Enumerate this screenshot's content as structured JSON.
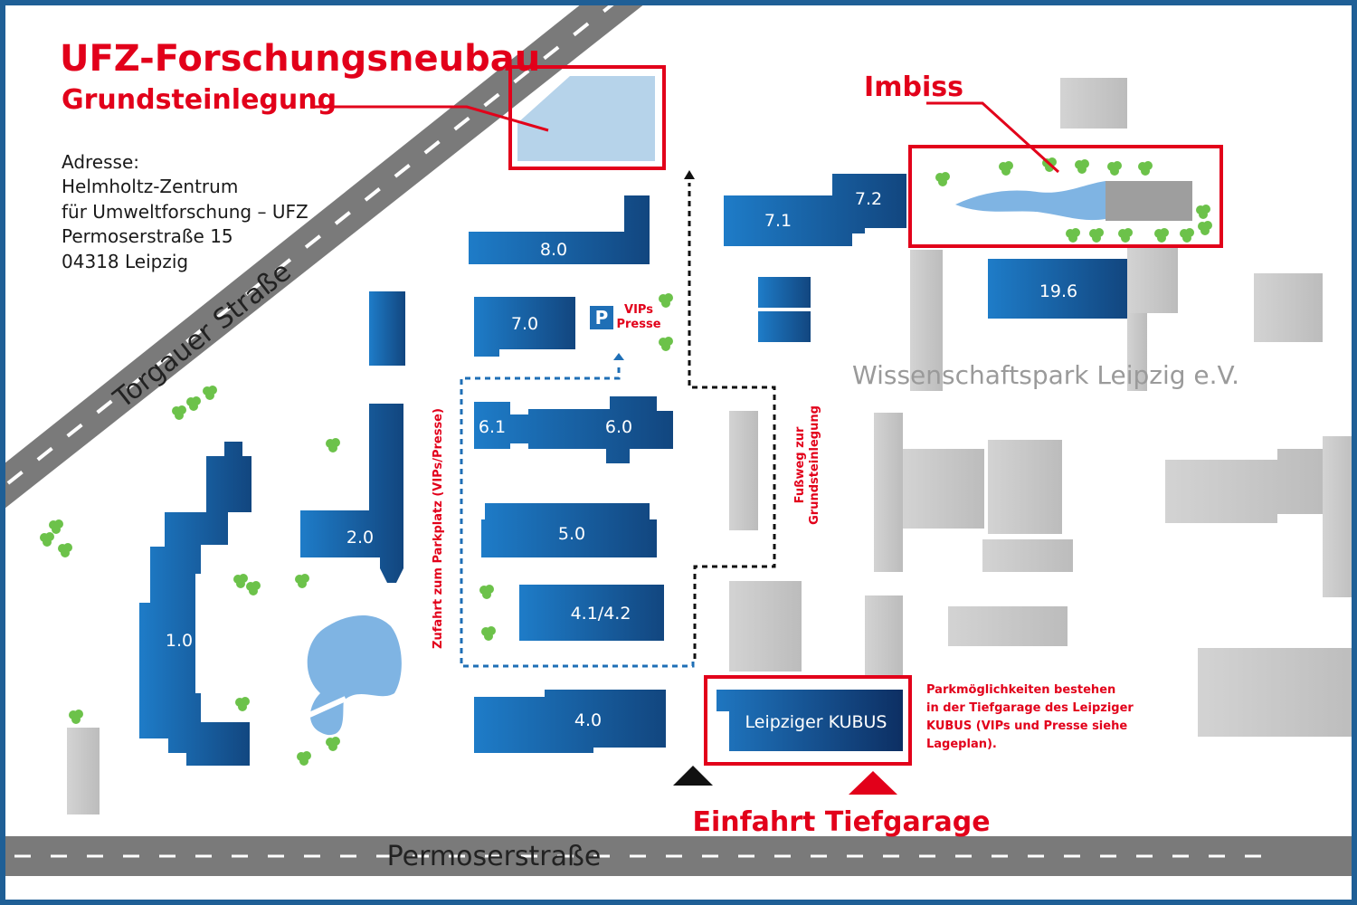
{
  "title": "UFZ-Forschungsneubau",
  "subtitle": "Grundsteinlegung",
  "address": {
    "label": "Adresse:",
    "lines": [
      "Helmholtz-Zentrum",
      "für Umweltforschung – UFZ",
      "Permoserstraße 15",
      "04318 Leipzig"
    ]
  },
  "streets": {
    "torgauer": "Torgauer Straße",
    "permoser": "Permoserstraße"
  },
  "imbiss": "Imbiss",
  "science_park": "Wissenschaftspark Leipzig e.V.",
  "parking": {
    "icon_letter": "P",
    "line1": "VIPs",
    "line2": "Presse"
  },
  "routes": {
    "access": "Zufahrt zum Parkplatz (VIPs/Presse)",
    "footpath_line1": "Fußweg zur",
    "footpath_line2": "Grundsteinlegung"
  },
  "garage": {
    "label": "Einfahrt Tiefgarage",
    "note_lines": [
      "Parkmöglichkeiten bestehen",
      "in der Tiefgarage des Leipziger",
      "KUBUS (VIPs und Presse siehe",
      "Lageplan)."
    ]
  },
  "buildings": {
    "b10": "1.0",
    "b20": "2.0",
    "b40": "4.0",
    "b41": "4.1/4.2",
    "b50": "5.0",
    "b60": "6.0",
    "b61": "6.1",
    "b70": "7.0",
    "b71": "7.1",
    "b72": "7.2",
    "b80": "8.0",
    "b196": "19.6",
    "kubus": "Leipziger KUBUS"
  },
  "colors": {
    "accent_red": "#e2001a",
    "building_blue": "#1f6fb6",
    "road_gray": "#7a7a7a",
    "other_gray": "#c8c8c8",
    "water": "#7fb4e3",
    "tree_green": "#6cc24a",
    "frame_blue": "#1f5f96"
  }
}
